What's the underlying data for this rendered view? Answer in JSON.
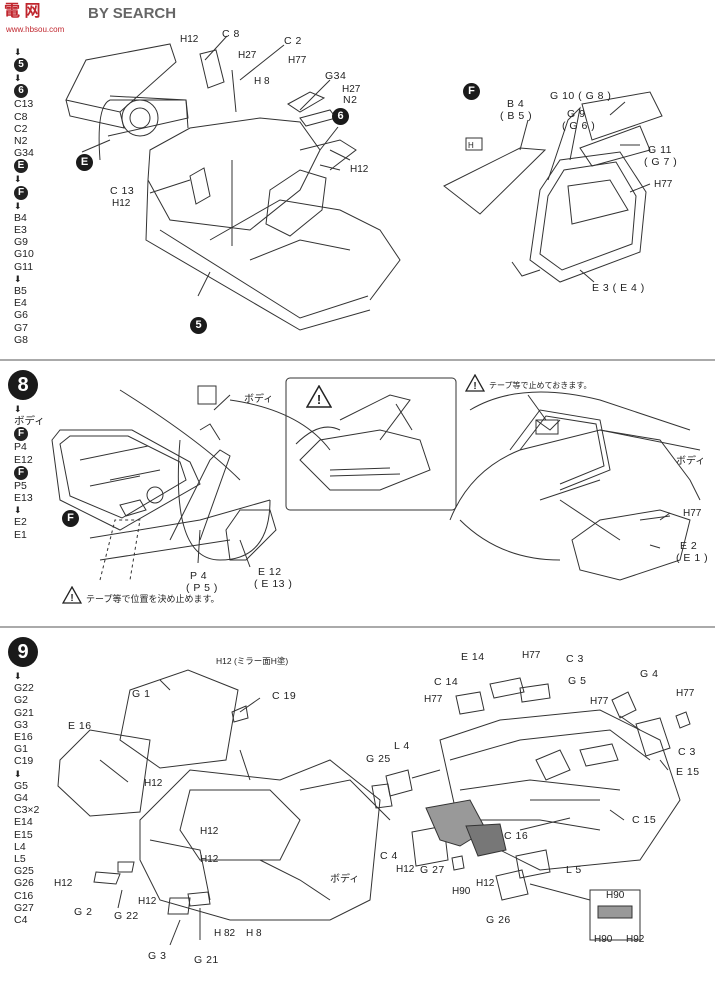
{
  "header": {
    "watermark_cn": "電 网",
    "watermark_en": "BY SEARCH",
    "site": "www.hbsou.com"
  },
  "step7": {
    "side_list": [
      "5",
      "6",
      "C13",
      "C8",
      "C2",
      "N2",
      "G34",
      "E",
      "F",
      "B4",
      "E3",
      "G9",
      "G10",
      "G11",
      "B5",
      "E4",
      "G6",
      "G7",
      "G8"
    ],
    "left_labels": {
      "c8": "C 8",
      "c2": "C 2",
      "h12a": "H12",
      "h27a": "H27",
      "h77a": "H77",
      "h8a": "H 8",
      "g34": "G34",
      "h27b": "H27",
      "n2": "N2",
      "c13": "C 13",
      "h12b": "H12",
      "h12c": "H12"
    },
    "badges": {
      "e": "E",
      "six": "6",
      "five": "5"
    },
    "right_badge": "F",
    "right_labels": {
      "b4": "B 4",
      "b5": "( B 5 )",
      "g10": "G 10 ( G 8 )",
      "g9": "G 9",
      "g6": "( G 6 )",
      "g11": "G 11",
      "g7": "( G 7 )",
      "h77": "H77",
      "e3": "E 3 ( E 4 )",
      "h": "H"
    }
  },
  "step8": {
    "number": "8",
    "side_list": [
      "ボディ",
      "F",
      "P4",
      "E12",
      "F",
      "P5",
      "E13",
      "E2",
      "E1"
    ],
    "body_label": "ボディ",
    "f_badge": "F",
    "p4": "P 4",
    "p5": "( P 5 )",
    "e12": "E 12",
    "e13": "( E 13 )",
    "tape_note": "テープ等で位置を決め止めます。",
    "tape_note2": "テープ等で止めておきます。",
    "body_label2": "ボディ",
    "h77": "H77",
    "e2": "E 2",
    "e1": "( E 1 )"
  },
  "step9": {
    "number": "9",
    "side_list": [
      "G22",
      "G2",
      "G21",
      "G3",
      "E16",
      "G1",
      "C19",
      "G5",
      "G4",
      "C3×2",
      "E14",
      "E15",
      "L4",
      "L5",
      "G25",
      "G26",
      "C16",
      "G27",
      "C4"
    ],
    "left_labels": {
      "h12mirror": "H12 (ミラー面H塗)",
      "g1": "G 1",
      "c19": "C 19",
      "e16": "E 16",
      "h12a": "H12",
      "h12b": "H12",
      "h12c": "H12",
      "g2": "G 2",
      "g22": "G 22",
      "h12d": "H12",
      "g3": "G 3",
      "g21": "G 21",
      "h82": "H 82",
      "h8": "H 8",
      "body": "ボディ"
    },
    "right_labels": {
      "e14": "E 14",
      "h77a": "H77",
      "c3a": "C 3",
      "c14": "C 14",
      "g5": "G 5",
      "g4": "G 4",
      "h77b": "H77",
      "h77c": "H77",
      "h77d": "H77",
      "c3b": "C 3",
      "e15": "E 15",
      "g25": "G 25",
      "l4": "L 4",
      "c15": "C 15",
      "c16": "C 16",
      "c4": "C 4",
      "h12": "H12",
      "g27": "G 27",
      "h90a": "H90",
      "h12b": "H12",
      "l5": "L 5",
      "g26": "G 26",
      "h90b": "H90",
      "h90c": "H90",
      "h92": "H92"
    }
  },
  "colors": {
    "ink": "#222222",
    "badge_fill": "#1a1a1a",
    "paper": "#ffffff",
    "brand_red": "#c0262e"
  }
}
